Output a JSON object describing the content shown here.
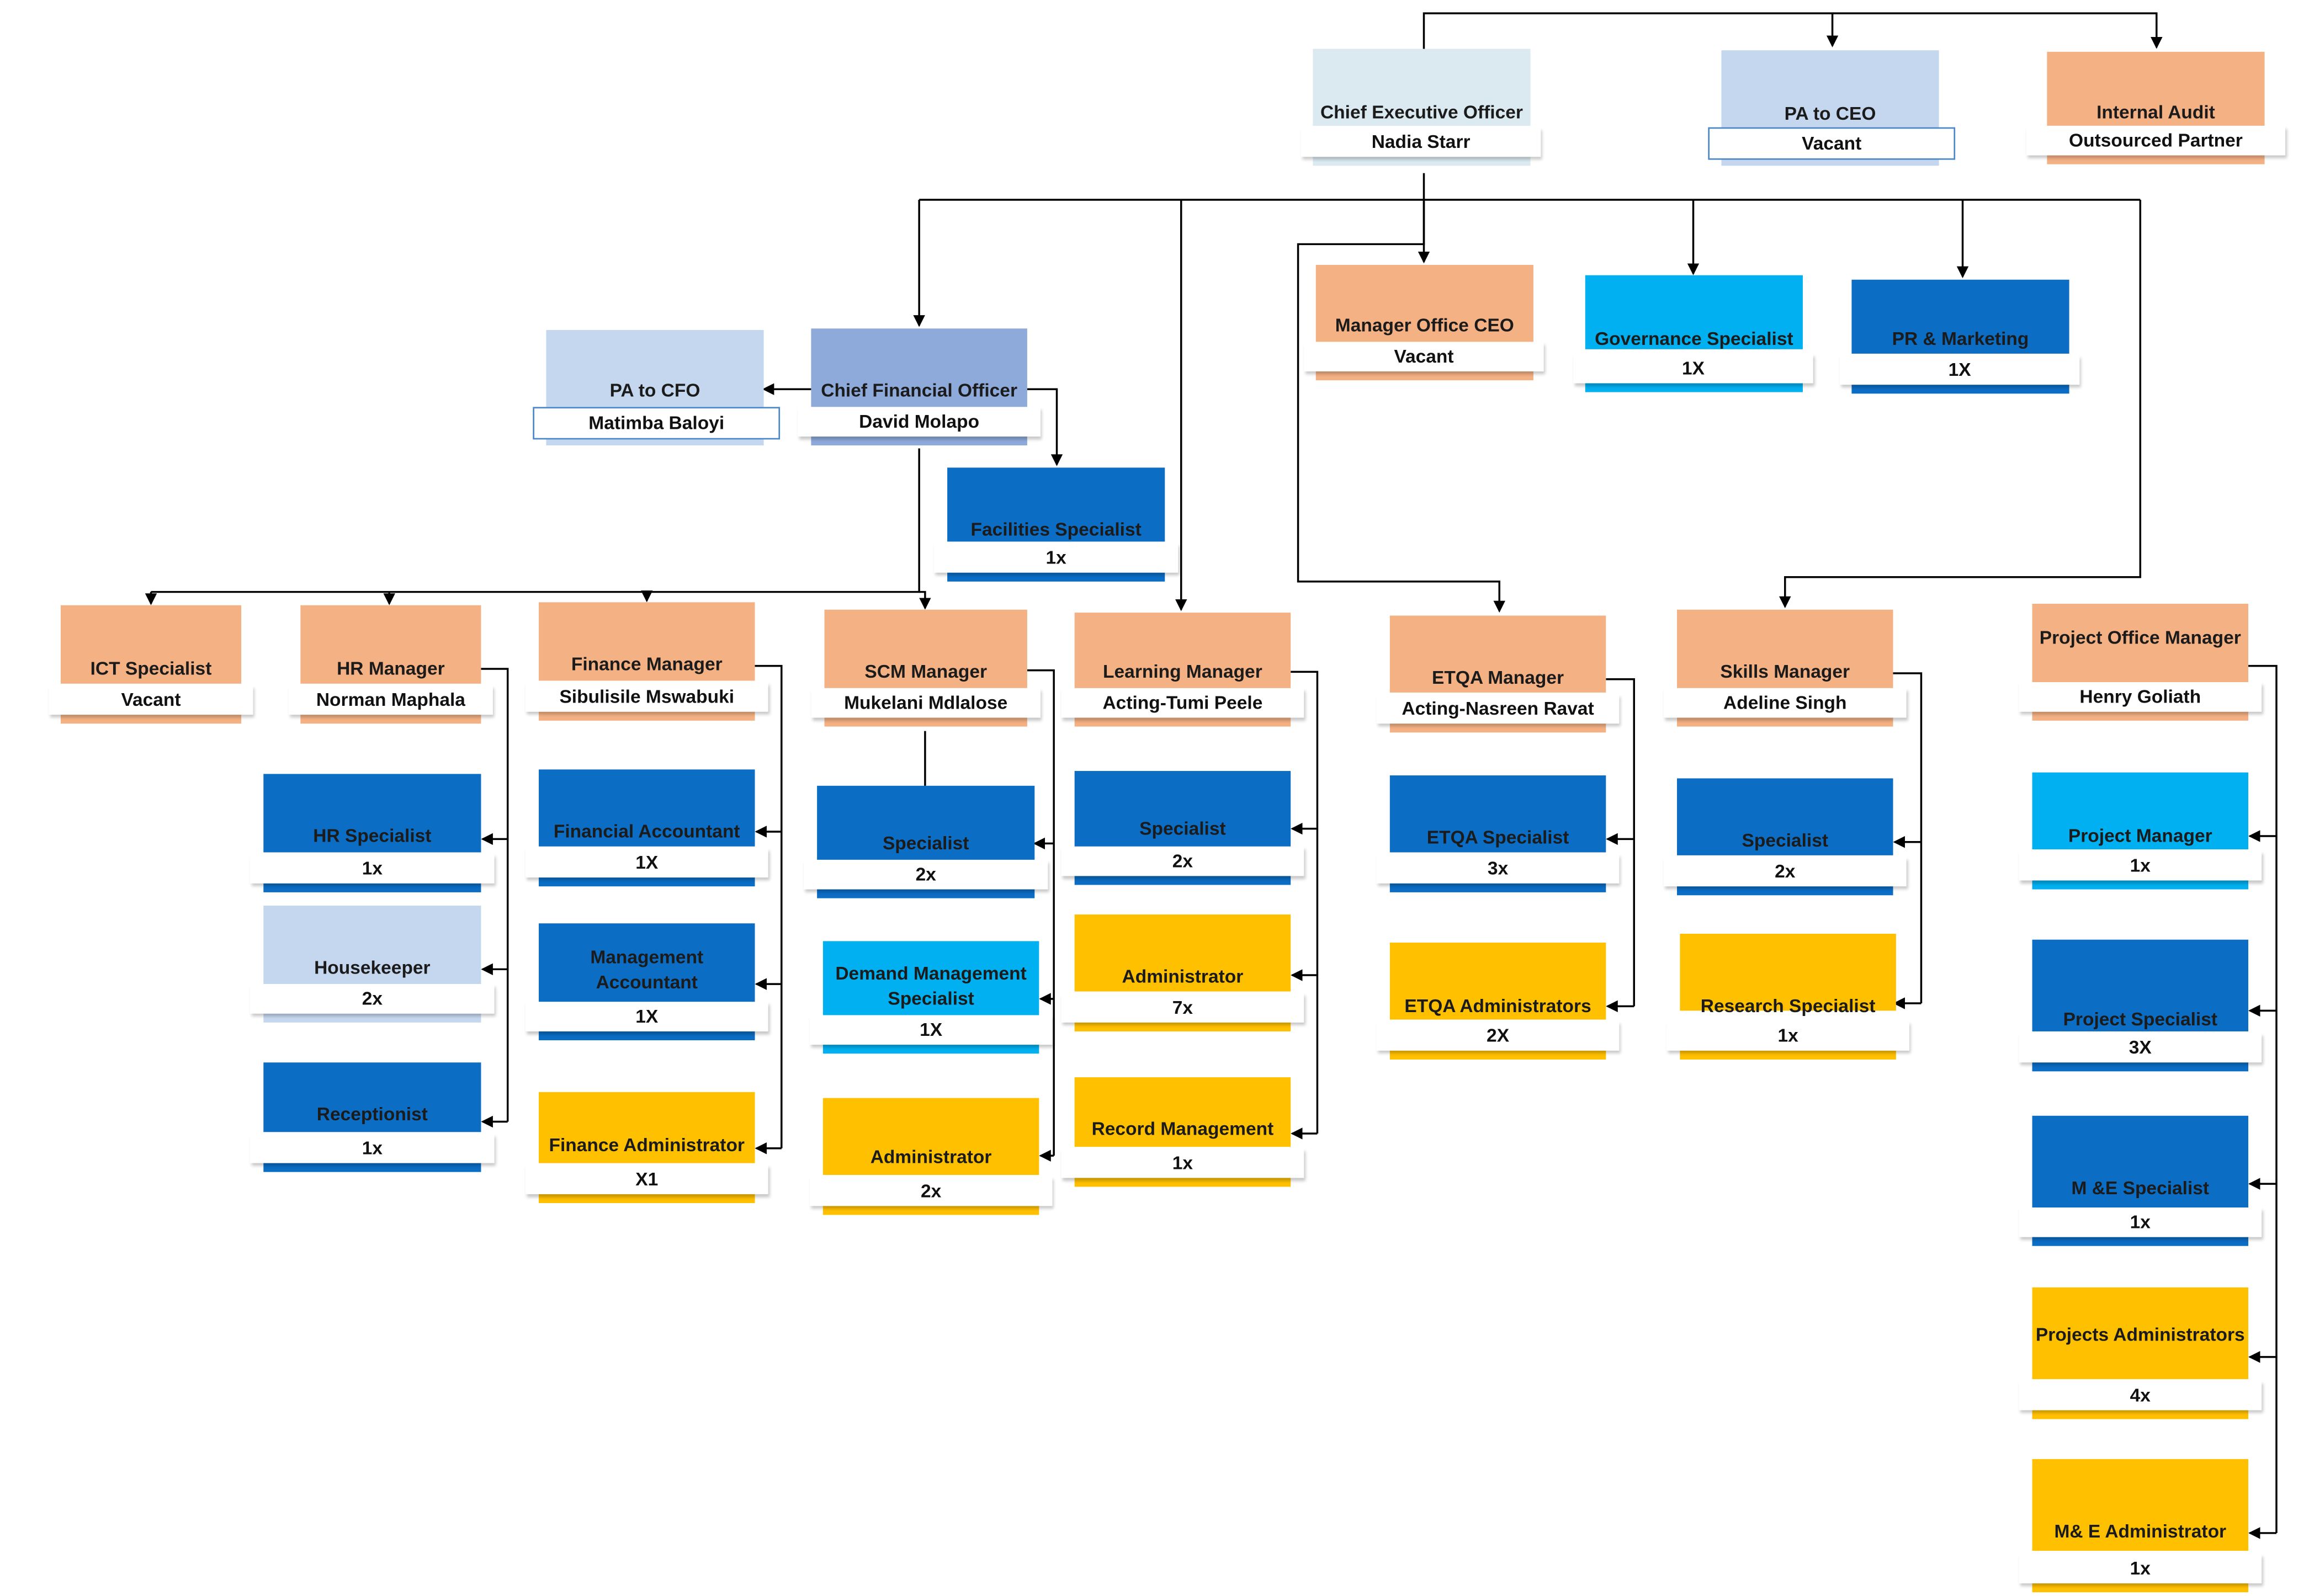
{
  "colors": {
    "peach": "#F4B183",
    "lightblue": "#C5D7EE",
    "paleblue": "#DAEAF0",
    "steel": "#8EAADB",
    "blue": "#0B6DC4",
    "cyan": "#00B0F0",
    "gold": "#FFC000",
    "line": "#000000"
  },
  "nodes": [
    {
      "id": "ceo",
      "title": "Chief Executive Officer",
      "sub": "Nadia Starr",
      "color": "paleblue"
    },
    {
      "id": "pa_ceo",
      "title": "PA to CEO",
      "sub": "Vacant",
      "color": "lightblue"
    },
    {
      "id": "audit",
      "title": "Internal Audit",
      "sub": "Outsourced Partner",
      "color": "peach"
    },
    {
      "id": "mgr_office",
      "title": "Manager Office CEO",
      "sub": "Vacant",
      "color": "peach"
    },
    {
      "id": "governance",
      "title": "Governance Specialist",
      "sub": "1X",
      "color": "cyan"
    },
    {
      "id": "pr",
      "title": "PR & Marketing",
      "sub": "1X",
      "color": "blue"
    },
    {
      "id": "pa_cfo",
      "title": "PA to CFO",
      "sub": "Matimba Baloyi",
      "color": "lightblue"
    },
    {
      "id": "cfo",
      "title": "Chief Financial Officer",
      "sub": "David Molapo",
      "color": "steel"
    },
    {
      "id": "facilities",
      "title": "Facilities Specialist",
      "sub": "1x",
      "color": "blue"
    },
    {
      "id": "ict",
      "title": "ICT Specialist",
      "sub": "Vacant",
      "color": "peach"
    },
    {
      "id": "hr_mgr",
      "title": "HR Manager",
      "sub": "Norman Maphala",
      "color": "peach"
    },
    {
      "id": "fin_mgr",
      "title": "Finance Manager",
      "sub": "Sibulisile Mswabuki",
      "color": "peach"
    },
    {
      "id": "scm_mgr",
      "title": "SCM Manager",
      "sub": "Mukelani Mdlalose",
      "color": "peach"
    },
    {
      "id": "learn_mgr",
      "title": "Learning Manager",
      "sub": "Acting-Tumi Peele",
      "color": "peach"
    },
    {
      "id": "etqa_mgr",
      "title": "ETQA Manager",
      "sub": "Acting-Nasreen Ravat",
      "color": "peach"
    },
    {
      "id": "skills_mgr",
      "title": "Skills Manager",
      "sub": "Adeline Singh",
      "color": "peach"
    },
    {
      "id": "proj_mgr_office",
      "title": "Project Office Manager",
      "sub": "Henry Goliath",
      "color": "peach"
    },
    {
      "id": "hr_spec",
      "title": "HR Specialist",
      "sub": "1x",
      "color": "blue"
    },
    {
      "id": "housekeeper",
      "title": "Housekeeper",
      "sub": "2x",
      "color": "lightblue"
    },
    {
      "id": "receptionist",
      "title": "Receptionist",
      "sub": "1x",
      "color": "blue"
    },
    {
      "id": "fin_acc",
      "title": "Financial Accountant",
      "sub": "1X",
      "color": "blue"
    },
    {
      "id": "mgmt_acc",
      "title": "Management Accountant",
      "sub": "1X",
      "color": "blue"
    },
    {
      "id": "fin_admin",
      "title": "Finance Administrator",
      "sub": "X1",
      "color": "gold"
    },
    {
      "id": "scm_spec",
      "title": "Specialist",
      "sub": "2x",
      "color": "blue"
    },
    {
      "id": "demand",
      "title": "Demand Management Specialist",
      "sub": "1X",
      "color": "cyan"
    },
    {
      "id": "scm_admin",
      "title": "Administrator",
      "sub": "2x",
      "color": "gold"
    },
    {
      "id": "learn_spec",
      "title": "Specialist",
      "sub": "2x",
      "color": "blue"
    },
    {
      "id": "learn_admin",
      "title": "Administrator",
      "sub": "7x",
      "color": "gold"
    },
    {
      "id": "record",
      "title": "Record Management",
      "sub": "1x",
      "color": "gold"
    },
    {
      "id": "etqa_spec",
      "title": "ETQA Specialist",
      "sub": "3x",
      "color": "blue"
    },
    {
      "id": "etqa_admin",
      "title": "ETQA Administrators",
      "sub": "2X",
      "color": "gold"
    },
    {
      "id": "skills_spec",
      "title": "Specialist",
      "sub": "2x",
      "color": "blue"
    },
    {
      "id": "research",
      "title": "Research Specialist",
      "sub": "1x",
      "color": "gold"
    },
    {
      "id": "project_mgr",
      "title": "Project Manager",
      "sub": "1x",
      "color": "cyan"
    },
    {
      "id": "project_spec",
      "title": "Project Specialist",
      "sub": "3X",
      "color": "blue"
    },
    {
      "id": "me_spec",
      "title": "M &E Specialist",
      "sub": "1x",
      "color": "blue"
    },
    {
      "id": "proj_admin",
      "title": "Projects Administrators",
      "sub": "4x",
      "color": "gold"
    },
    {
      "id": "me_admin",
      "title": "M& E Administrator",
      "sub": "1x",
      "color": "gold"
    }
  ]
}
